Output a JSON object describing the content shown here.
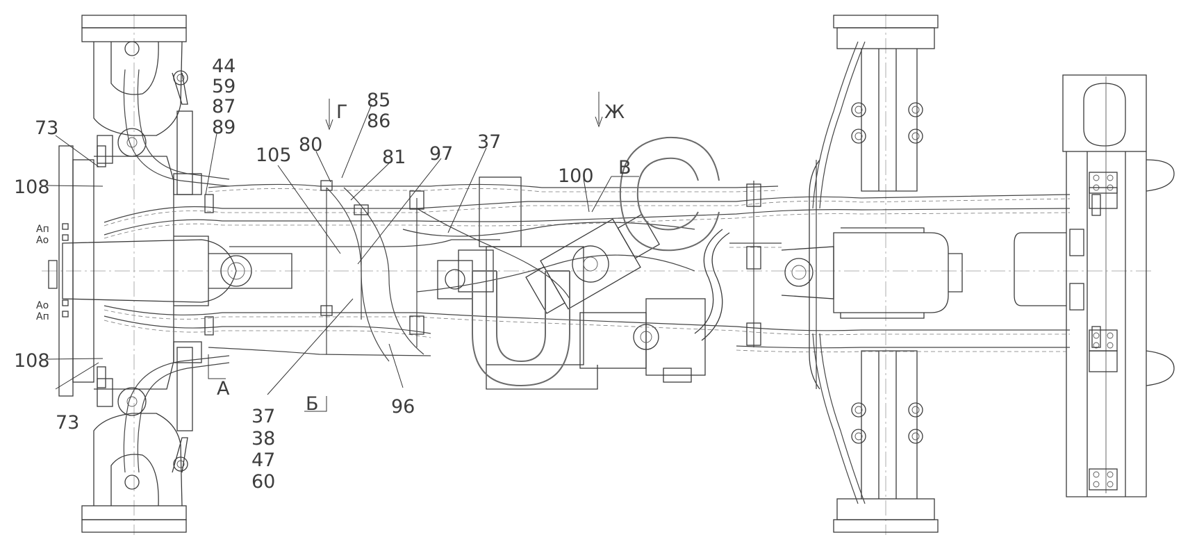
{
  "labels": {
    "l44": "44",
    "l59": "59",
    "l87": "87",
    "l89": "89",
    "l73a": "73",
    "l73b": "73",
    "l108a": "108",
    "l108b": "108",
    "l105": "105",
    "l80": "80",
    "l85": "85",
    "l86": "86",
    "l81": "81",
    "l97": "97",
    "l37a": "37",
    "l100": "100",
    "lB": "В",
    "lG": "Г",
    "lZh": "Ж",
    "lA": "А",
    "lBe": "Б",
    "l96": "96",
    "l37b": "37",
    "l38": "38",
    "l47": "47",
    "l60": "60"
  },
  "ports": {
    "an1": "Aп",
    "ao1": "Aо",
    "ao2": "Aо",
    "an2": "Aп"
  }
}
